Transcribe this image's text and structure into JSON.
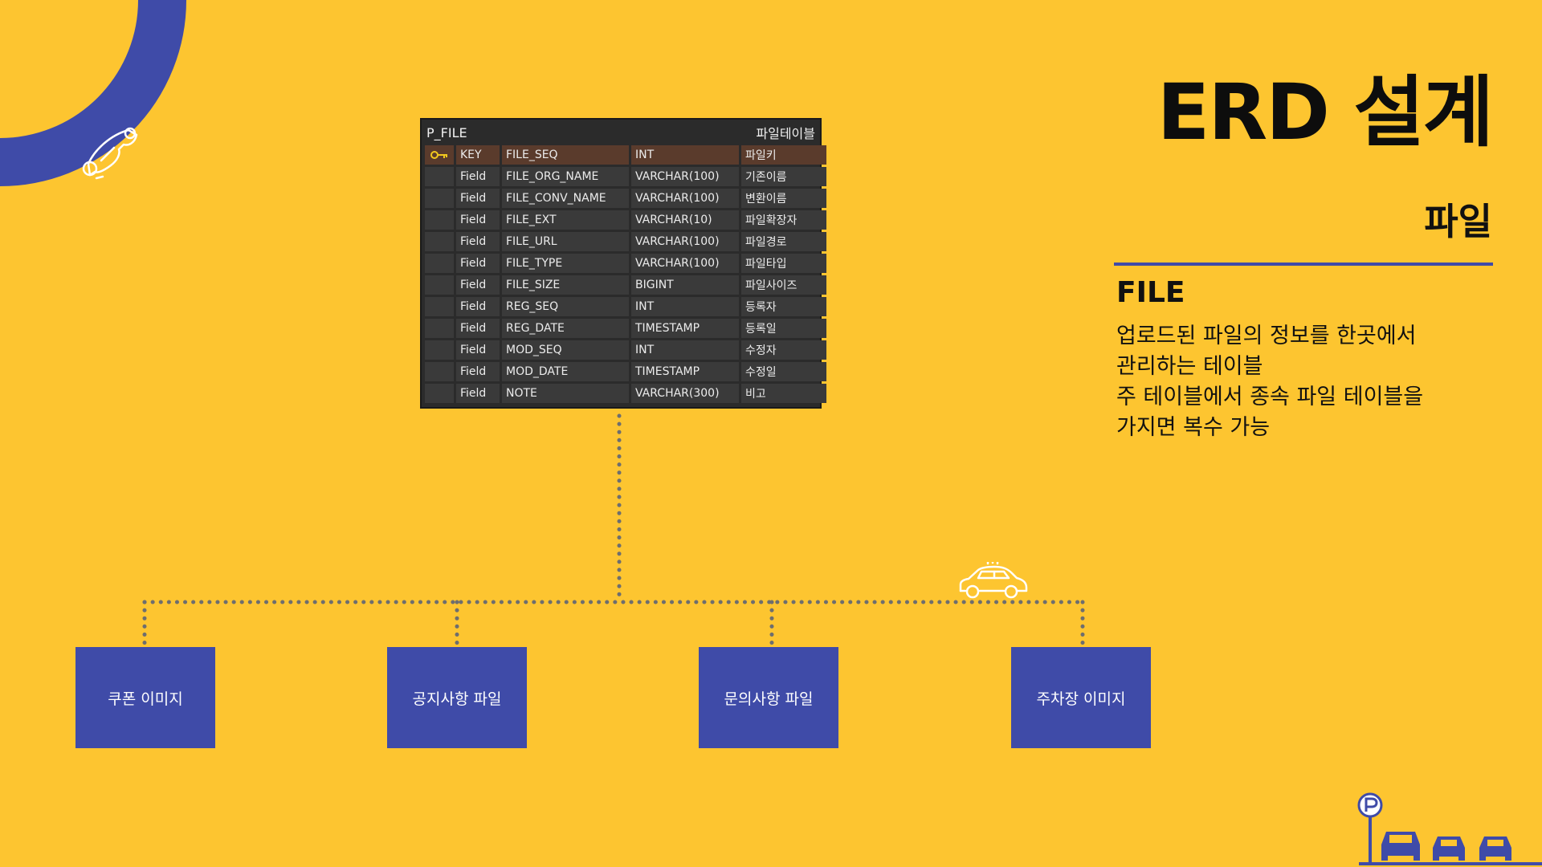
{
  "slide": {
    "title": "ERD 설계",
    "subtitle": "파일",
    "entity_label": "FILE",
    "description_lines": [
      "업로드된 파일의 정보를 한곳에서",
      "관리하는 테이블",
      "주 테이블에서 종속 파일 테이블을",
      "가지면 복수 가능"
    ]
  },
  "erd_table": {
    "name": "P_FILE",
    "comment": "파일테이블",
    "rows": [
      {
        "kind": "KEY",
        "column": "FILE_SEQ",
        "type": "INT",
        "desc": "파일키"
      },
      {
        "kind": "Field",
        "column": "FILE_ORG_NAME",
        "type": "VARCHAR(100)",
        "desc": "기존이름"
      },
      {
        "kind": "Field",
        "column": "FILE_CONV_NAME",
        "type": "VARCHAR(100)",
        "desc": "변환이름"
      },
      {
        "kind": "Field",
        "column": "FILE_EXT",
        "type": "VARCHAR(10)",
        "desc": "파일확장자"
      },
      {
        "kind": "Field",
        "column": "FILE_URL",
        "type": "VARCHAR(100)",
        "desc": "파일경로"
      },
      {
        "kind": "Field",
        "column": "FILE_TYPE",
        "type": "VARCHAR(100)",
        "desc": "파일타입"
      },
      {
        "kind": "Field",
        "column": "FILE_SIZE",
        "type": "BIGINT",
        "desc": "파일사이즈"
      },
      {
        "kind": "Field",
        "column": "REG_SEQ",
        "type": "INT",
        "desc": "등록자"
      },
      {
        "kind": "Field",
        "column": "REG_DATE",
        "type": "TIMESTAMP",
        "desc": "등록일"
      },
      {
        "kind": "Field",
        "column": "MOD_SEQ",
        "type": "INT",
        "desc": "수정자"
      },
      {
        "kind": "Field",
        "column": "MOD_DATE",
        "type": "TIMESTAMP",
        "desc": "수정일"
      },
      {
        "kind": "Field",
        "column": "NOTE",
        "type": "VARCHAR(300)",
        "desc": "비고"
      }
    ]
  },
  "related_tables": [
    "쿠폰 이미지",
    "공지사항 파일",
    "문의사항 파일",
    "주차장 이미지"
  ],
  "icons": [
    "telephone-icon",
    "car-icon",
    "parking-sign-icon",
    "key-icon"
  ],
  "colors": {
    "background": "#FDC530",
    "accent": "#3F4BA8",
    "table_bg": "#2b2b2b",
    "key_row": "#5a3b2c",
    "connector": "#6e6e6e"
  }
}
